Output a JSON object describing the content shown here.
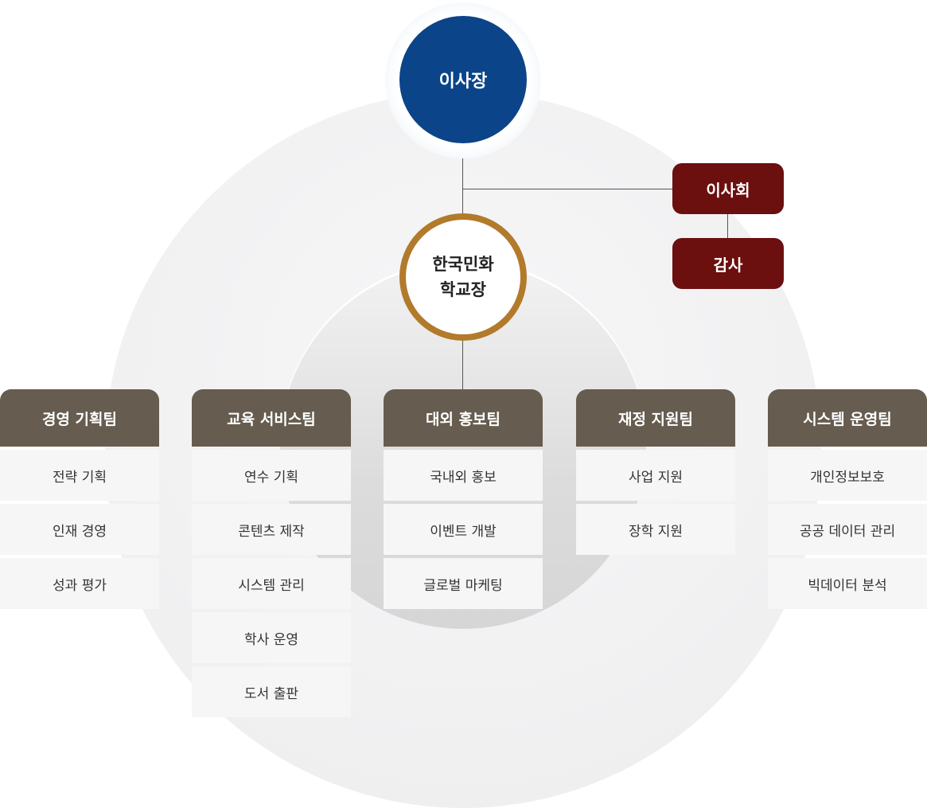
{
  "chair": {
    "label": "이사장"
  },
  "board": {
    "label": "이사회"
  },
  "audit": {
    "label": "감사"
  },
  "principal": {
    "line1": "한국민화",
    "line2": "학교장"
  },
  "teams": [
    {
      "name": "경영 기획팀",
      "items": [
        "전략 기획",
        "인재 경영",
        "성과 평가"
      ]
    },
    {
      "name": "교육 서비스팀",
      "items": [
        "연수 기획",
        "콘텐츠 제작",
        "시스템 관리",
        "학사 운영",
        "도서 출판"
      ]
    },
    {
      "name": "대외 홍보팀",
      "items": [
        "국내외 홍보",
        "이벤트 개발",
        "글로벌 마케팅"
      ]
    },
    {
      "name": "재정 지원팀",
      "items": [
        "사업 지원",
        "장학 지원"
      ]
    },
    {
      "name": "시스템 운영팀",
      "items": [
        "개인정보보호",
        "공공 데이터 관리",
        "빅데이터 분석"
      ]
    }
  ],
  "colors": {
    "chair": "#0b4488",
    "board": "#6b0f0f",
    "principal_ring": "#b27a2b",
    "team_header": "#665c50"
  }
}
